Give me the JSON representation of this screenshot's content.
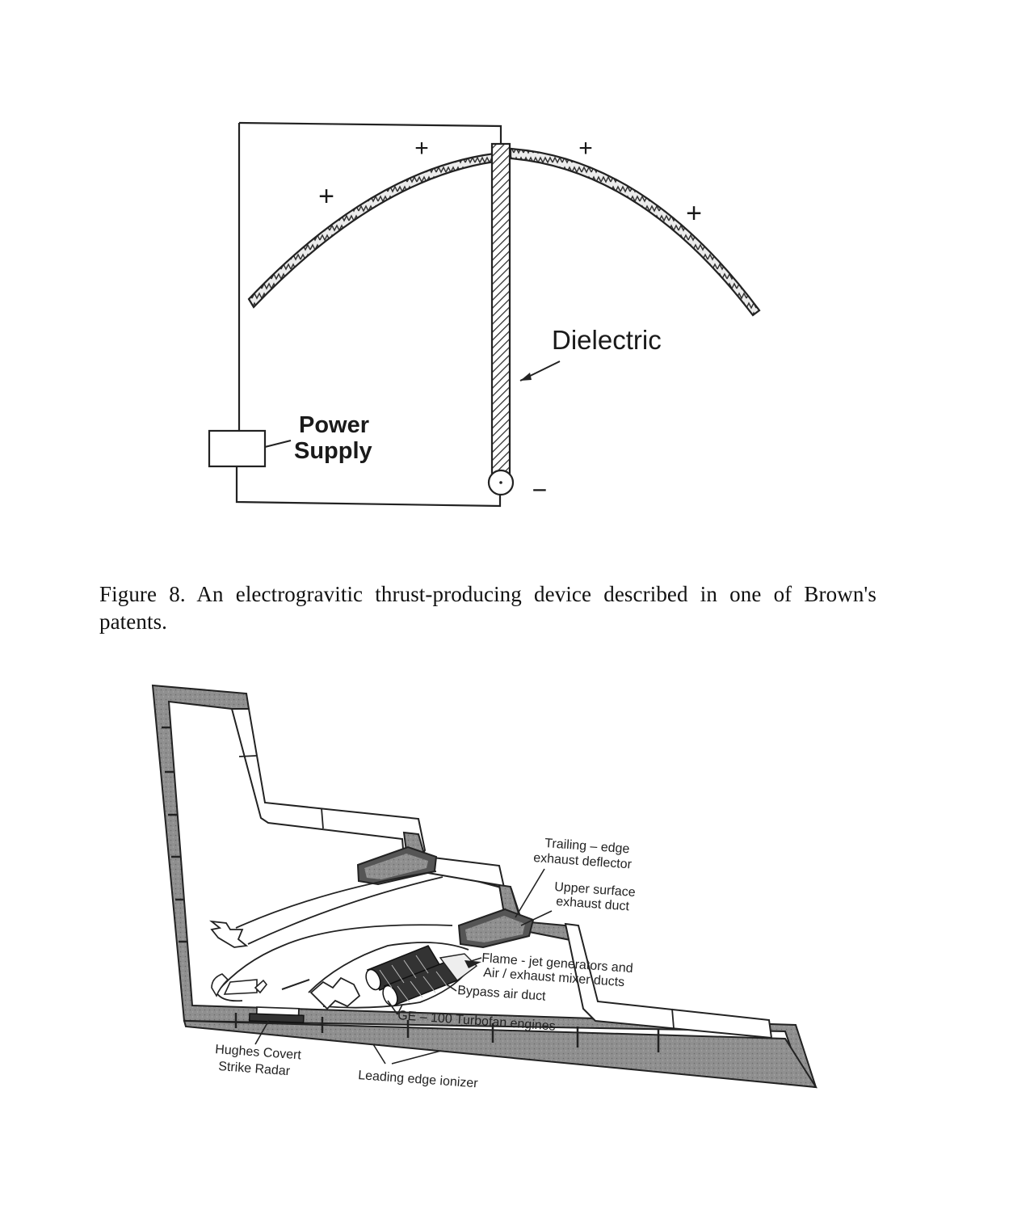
{
  "figure8": {
    "labels": {
      "plus_1": "+",
      "plus_2": "+",
      "plus_3": "+",
      "plus_4": "+",
      "minus": "−",
      "dielectric": "Dielectric",
      "power_line1": "Power",
      "power_line2": "Supply"
    },
    "caption": "Figure 8. An electrogravitic thrust-producing device described in one of Brown's patents."
  },
  "figure9": {
    "labels": {
      "trailing_1": "Trailing – edge",
      "trailing_2": "exhaust deflector",
      "upper_1": "Upper surface",
      "upper_2": "exhaust duct",
      "flame_1": "Flame - jet generators and",
      "flame_2": "Air / exhaust mixer ducts",
      "bypass": "Bypass air duct",
      "ge100": "GE – 100 Turbofan engines",
      "hughes_1": "Hughes Covert",
      "hughes_2": "Strike Radar",
      "ionizer": "Leading edge ionizer"
    }
  }
}
